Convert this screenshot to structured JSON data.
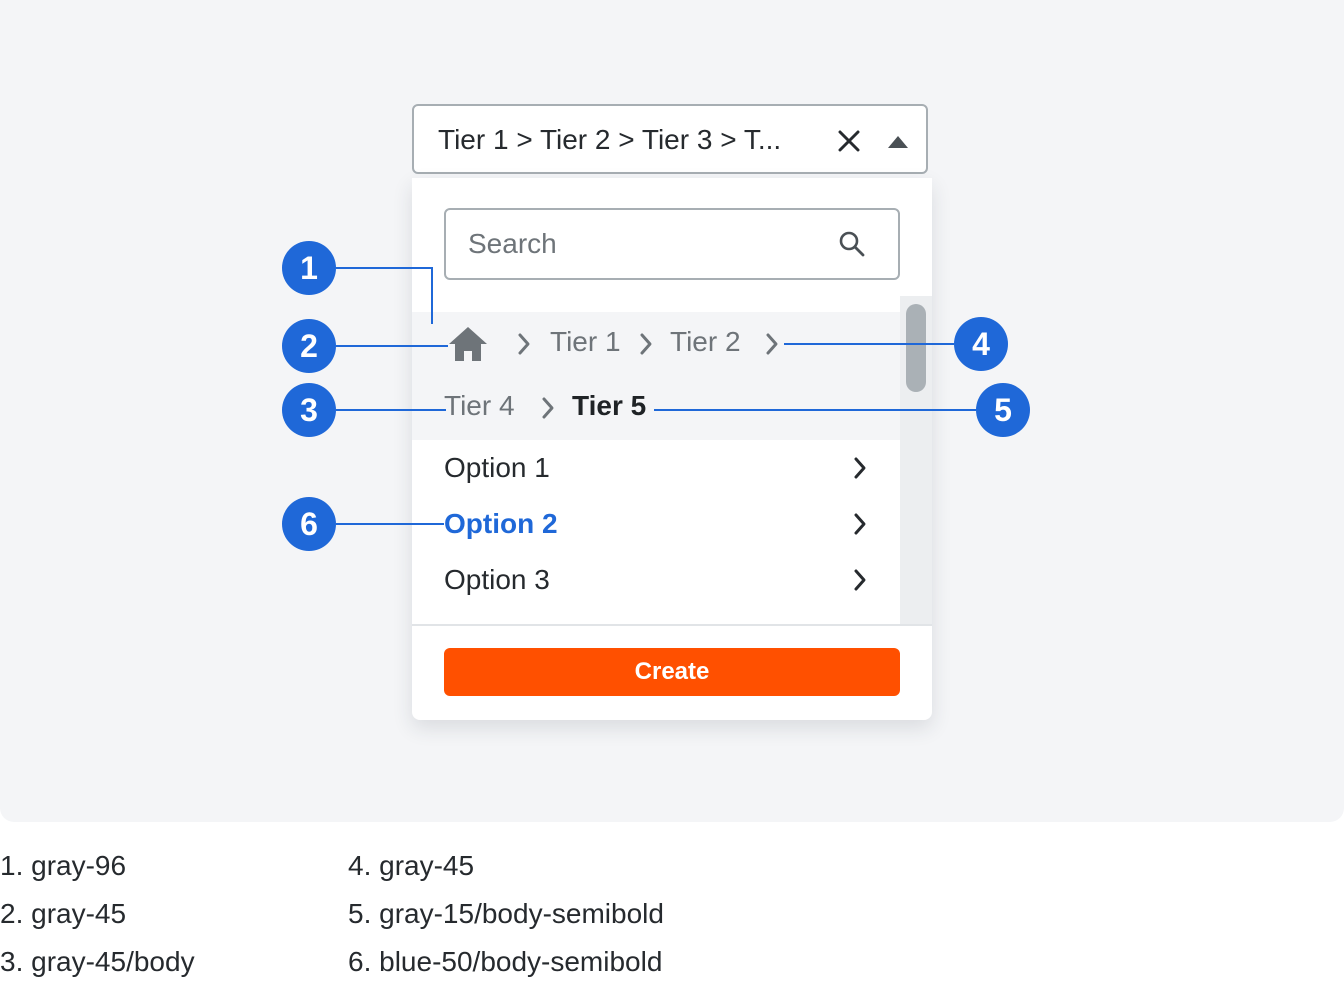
{
  "select": {
    "value": "Tier 1 > Tier 2 > Tier 3 > T...",
    "clear_icon": "close-icon",
    "toggle_icon": "caret-up-icon"
  },
  "search": {
    "placeholder": "Search",
    "icon": "search-icon"
  },
  "breadcrumb": {
    "home_icon": "home-icon",
    "separator_icon": "chevron-right-icon",
    "items": [
      "Tier 1",
      "Tier 2",
      "Tier 4"
    ],
    "current": "Tier 5"
  },
  "options": [
    {
      "label": "Option 1",
      "active": false
    },
    {
      "label": "Option 2",
      "active": true
    },
    {
      "label": "Option 3",
      "active": false
    }
  ],
  "footer": {
    "create_label": "Create"
  },
  "callouts": [
    "1",
    "2",
    "3",
    "4",
    "5",
    "6"
  ],
  "legend": [
    "1. gray-96",
    "2. gray-45",
    "3. gray-45/body",
    "4. gray-45",
    "5. gray-15/body-semibold",
    "6. blue-50/body-semibold"
  ],
  "colors": {
    "accent_blue": "#1f68d8",
    "create_orange": "#ff5000",
    "gray_96": "#f4f5f7",
    "gray_45": "#6e7479",
    "gray_15": "#1f2326"
  }
}
